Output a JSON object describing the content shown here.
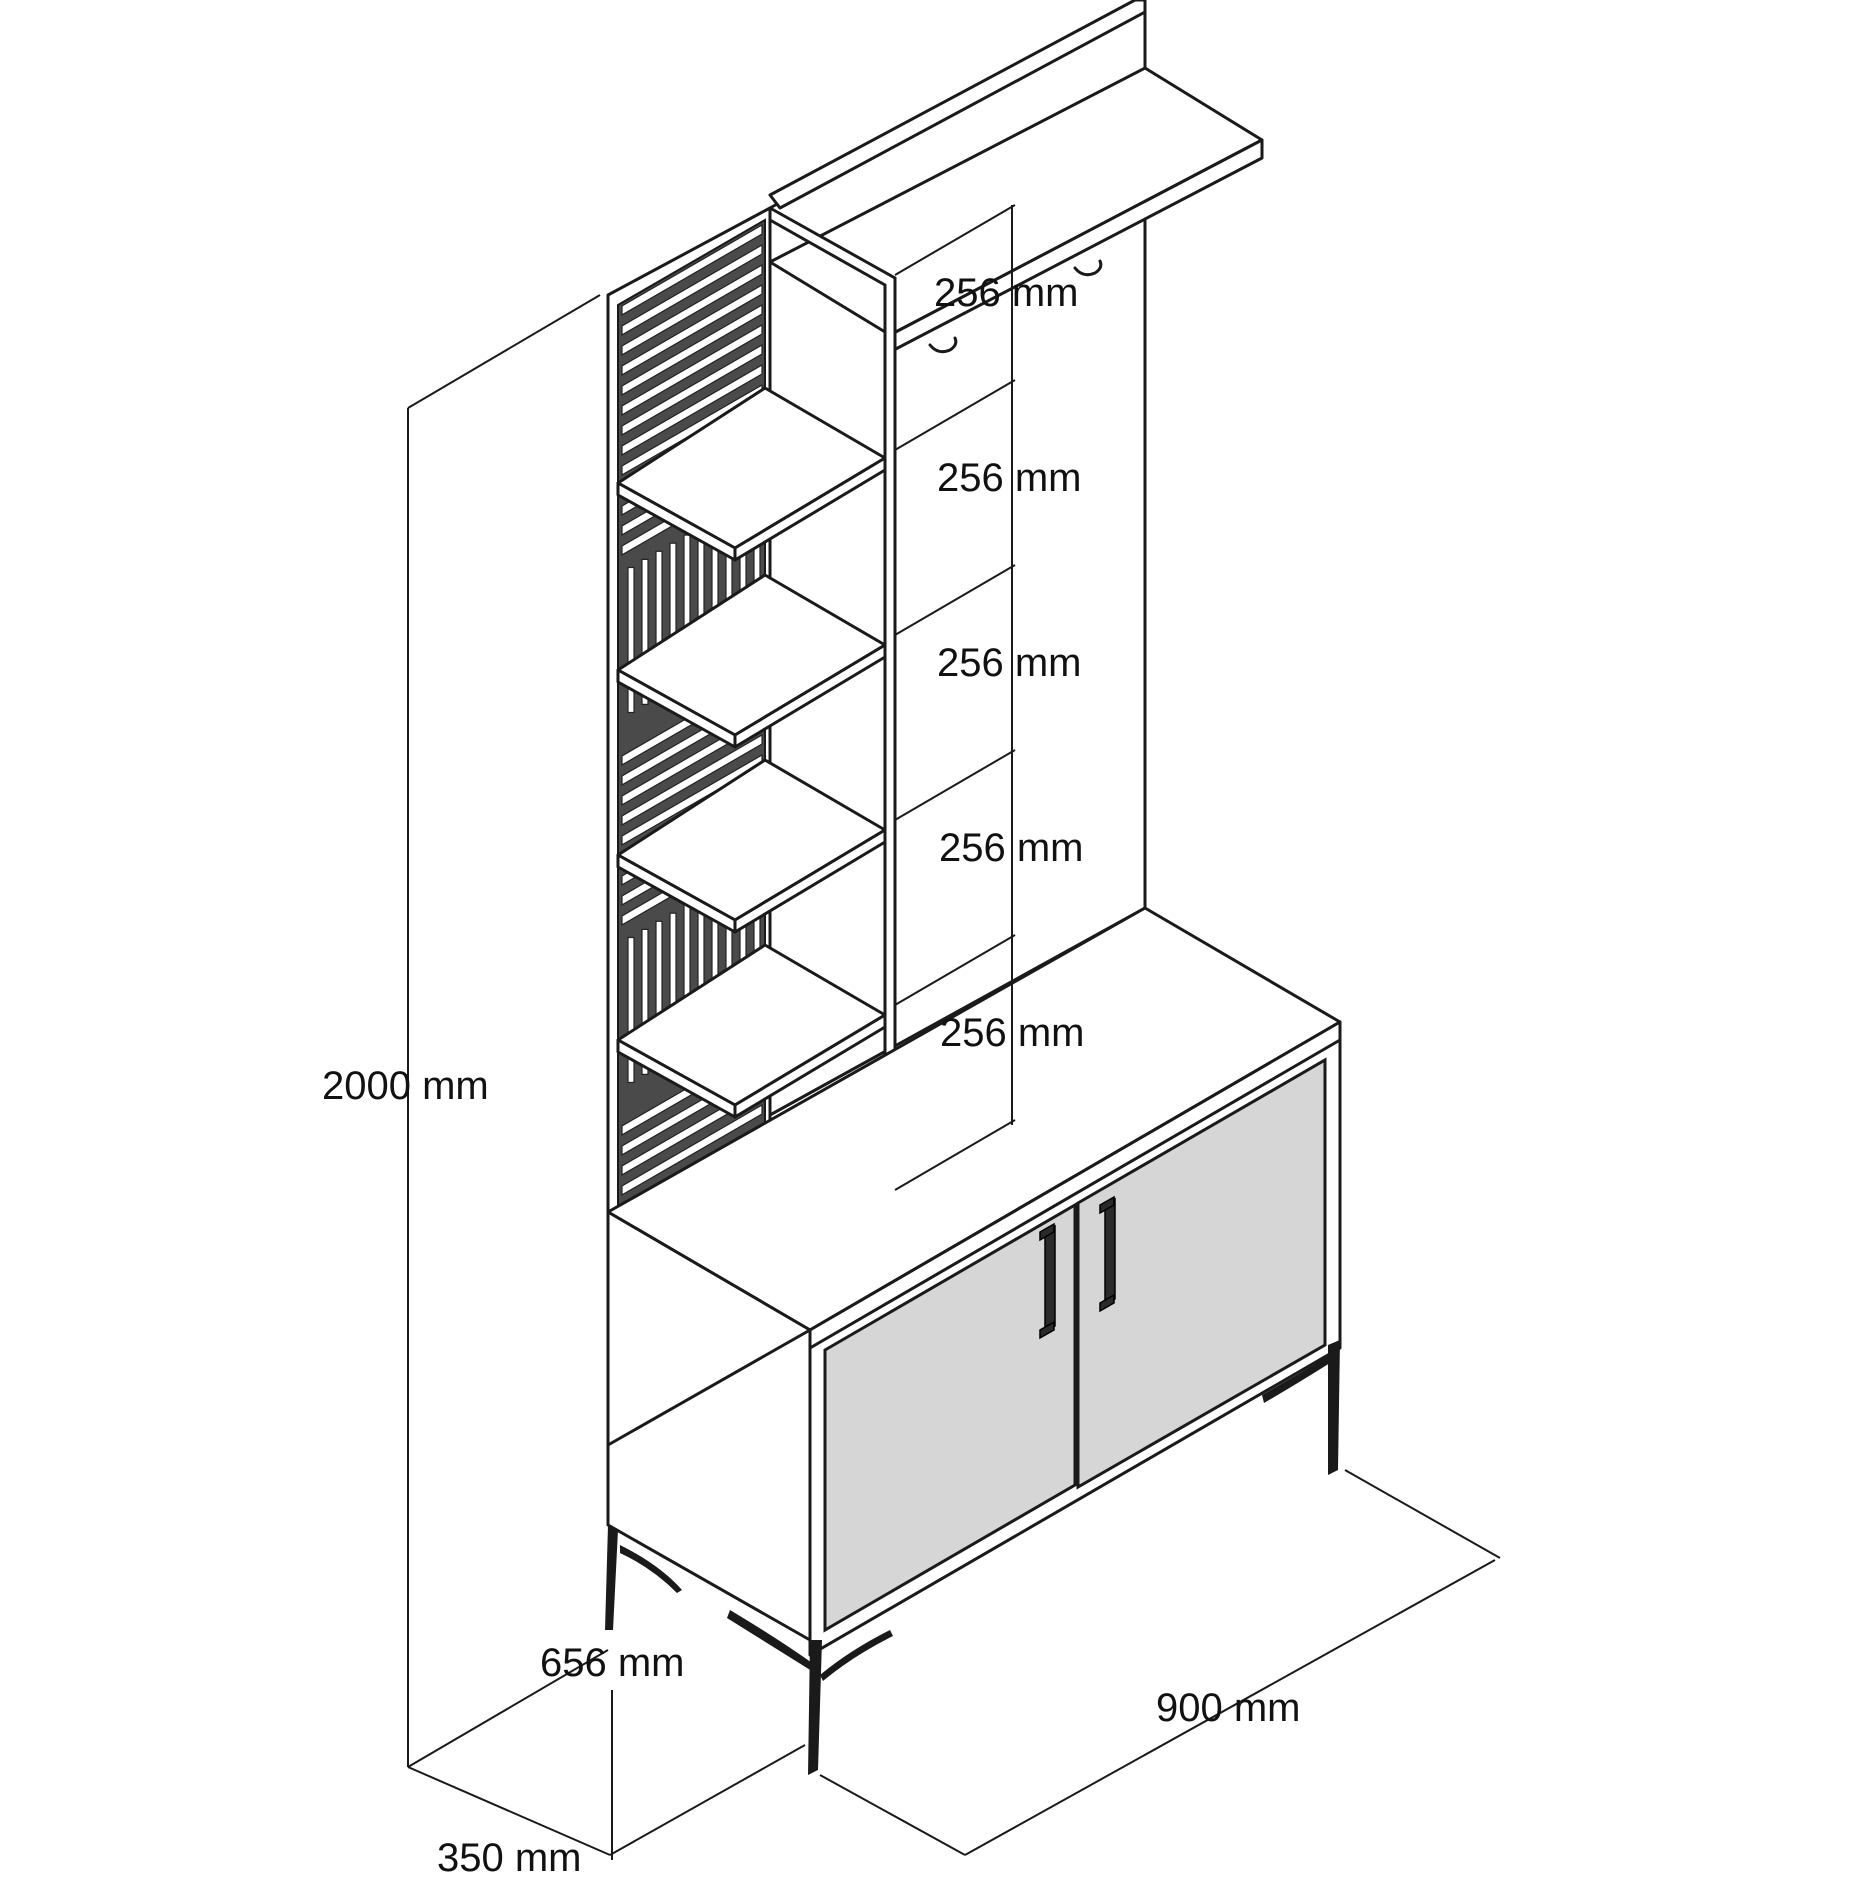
{
  "dimensions": {
    "height_total": "2000 mm",
    "width_total": "900 mm",
    "depth": "350 mm",
    "cabinet_height": "656 mm",
    "shelf_spacing": [
      "256 mm",
      "256 mm",
      "256 mm",
      "256 mm",
      "256 mm"
    ]
  },
  "colors": {
    "line": "#1a1a1a",
    "door_fill": "#d6d6d6",
    "slat_panel": "#4a4a4a",
    "background": "#ffffff"
  }
}
